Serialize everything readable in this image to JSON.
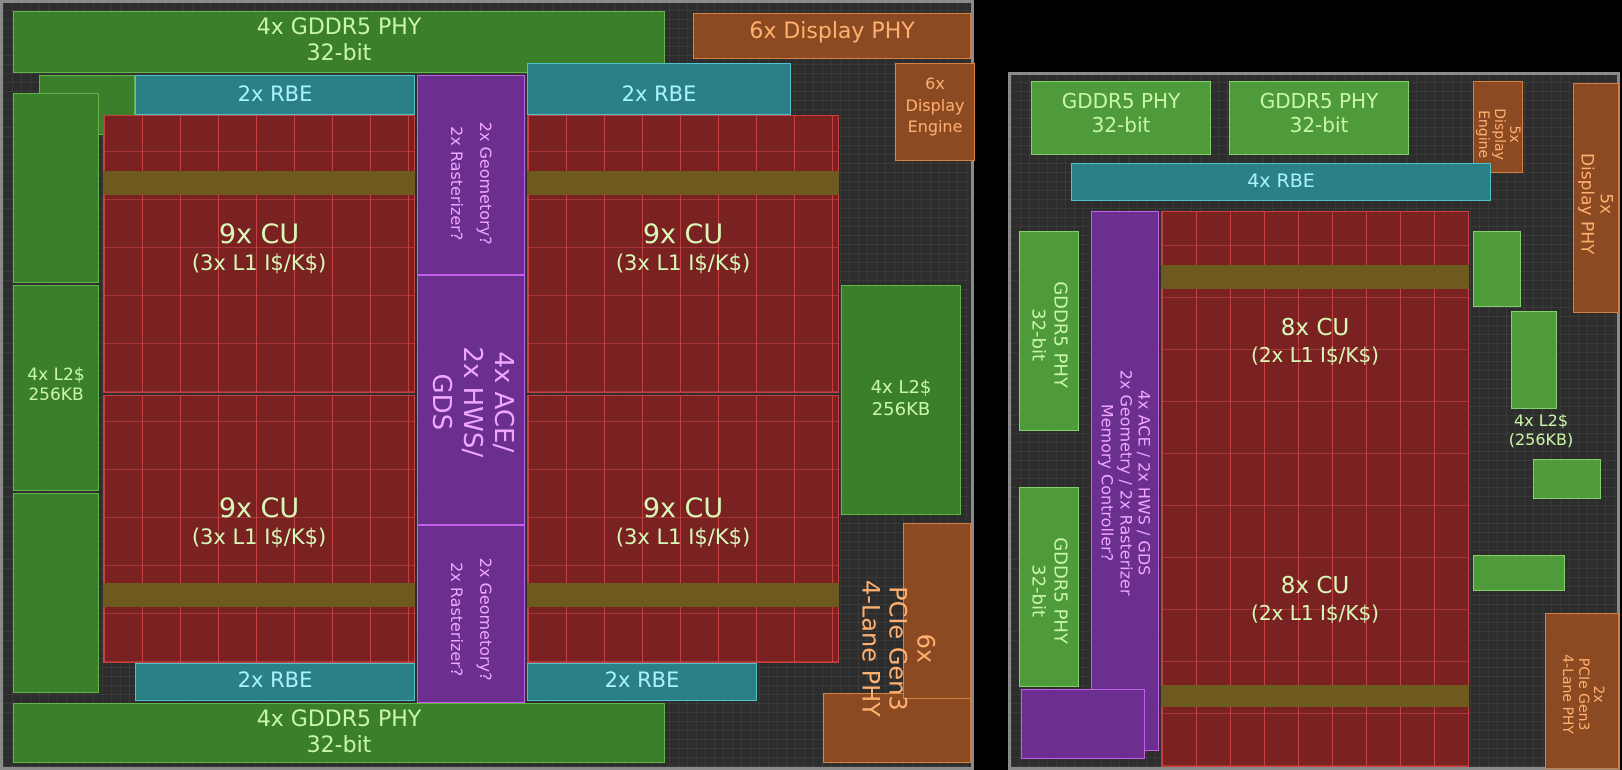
{
  "left_die": {
    "gddr_top": {
      "line1": "4x GDDR5 PHY",
      "line2": "32-bit"
    },
    "display_phy": "6x Display PHY",
    "display_engine": {
      "line1": "6x",
      "line2": "Display",
      "line3": "Engine"
    },
    "rbe_tl": "2x  RBE",
    "rbe_tr": "2x  RBE",
    "rbe_bl": "2x  RBE",
    "rbe_br": "2x  RBE",
    "cu_tl": {
      "line1": "9x CU",
      "line2": "(3x L1 I$/K$)"
    },
    "cu_tr": {
      "line1": "9x CU",
      "line2": "(3x L1 I$/K$)"
    },
    "cu_bl": {
      "line1": "9x CU",
      "line2": "(3x L1 I$/K$)"
    },
    "cu_br": {
      "line1": "9x CU",
      "line2": "(3x L1 I$/K$)"
    },
    "geo_top": {
      "line1": "2x Geometory?",
      "line2": "2x Rasterizer?"
    },
    "geo_bot": {
      "line1": "2x Geometory?",
      "line2": "2x Rasterizer?"
    },
    "ace": {
      "line1": "4x ACE/",
      "line2": "2x HWS/",
      "line3": "GDS"
    },
    "l2_left": {
      "line1": "4x L2$",
      "line2": "256KB"
    },
    "l2_right": {
      "line1": "4x L2$",
      "line2": "256KB"
    },
    "pcie": {
      "line1": "6x",
      "line2": "PCIe Gen3",
      "line3": "4-Lane PHY"
    },
    "gddr_bot": {
      "line1": "4x GDDR5 PHY",
      "line2": "32-bit"
    }
  },
  "right_die": {
    "gddr_top1": {
      "line1": "GDDR5 PHY",
      "line2": "32-bit"
    },
    "gddr_top2": {
      "line1": "GDDR5 PHY",
      "line2": "32-bit"
    },
    "display_engine": {
      "line1": "5x",
      "line2": "Display",
      "line3": "Engine"
    },
    "display_phy": {
      "line1": "5x",
      "line2": "Display PHY"
    },
    "rbe": "4x RBE",
    "gddr_left1": {
      "line1": "GDDR5 PHY",
      "line2": "32-bit"
    },
    "gddr_left2": {
      "line1": "GDDR5 PHY",
      "line2": "32-bit"
    },
    "ace": {
      "line1": "4x ACE / 2x HWS / GDS",
      "line2": "2x Geometry / 2x Rasterizer",
      "line3": "Memory Controller?"
    },
    "cu_top": {
      "line1": "8x CU",
      "line2": "(2x L1 I$/K$)"
    },
    "cu_bot": {
      "line1": "8x CU",
      "line2": "(2x L1 I$/K$)"
    },
    "l2": {
      "line1": "4x L2$",
      "line2": "(256KB)"
    },
    "pcie": {
      "line1": "2x",
      "line2": "PCIe Gen3",
      "line3": "4-Lane PHY"
    }
  }
}
